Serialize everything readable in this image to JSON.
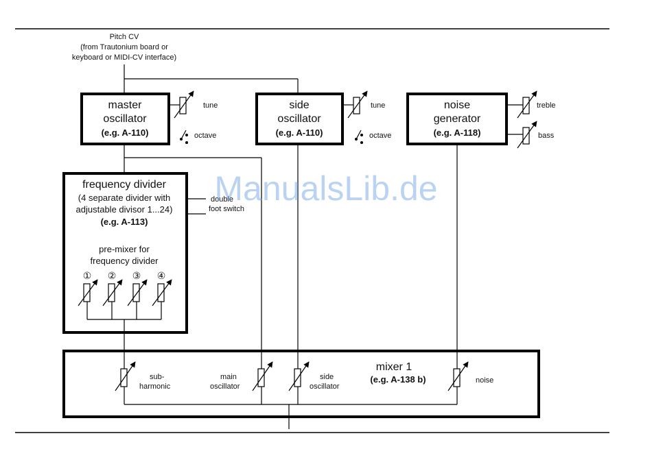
{
  "input": {
    "line1": "Pitch CV",
    "line2": "(from Trautonium board or",
    "line3": "keyboard or MIDI-CV interface)"
  },
  "master_oscillator": {
    "line1": "master",
    "line2": "oscillator",
    "model": "(e.g. A-110)",
    "tune_label": "tune",
    "octave_label": "octave"
  },
  "side_oscillator": {
    "line1": "side",
    "line2": "oscillator",
    "model": "(e.g. A-110)",
    "tune_label": "tune",
    "octave_label": "octave"
  },
  "noise_generator": {
    "line1": "noise",
    "line2": "generator",
    "model": "(e.g. A-118)",
    "treble_label": "treble",
    "bass_label": "bass"
  },
  "frequency_divider": {
    "title": "frequency divider",
    "line2": "(4 separate divider with",
    "line3": "adjustable divisor 1...24)",
    "model": "(e.g. A-113)",
    "premix1": "pre-mixer for",
    "premix2": "frequency divider",
    "pot_numbers": [
      "①",
      "②",
      "③",
      "④"
    ],
    "side_label1": "double",
    "side_label2": "foot switch"
  },
  "mixer": {
    "title": "mixer 1",
    "model": "(e.g. A-138 b)",
    "sub1": "sub-",
    "sub2": "harmonic",
    "main1": "main",
    "main2": "oscillator",
    "side1": "side",
    "side2": "oscillator",
    "noise": "noise"
  },
  "watermark": "ManualsLib.de"
}
